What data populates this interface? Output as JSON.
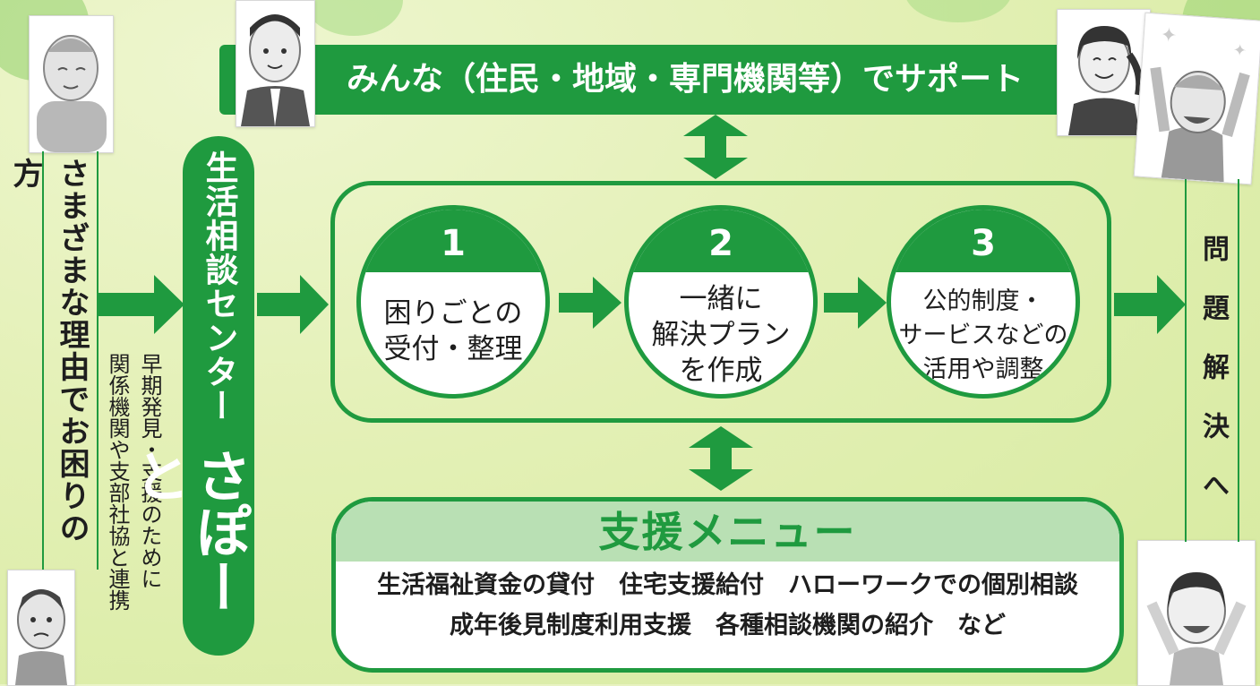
{
  "colors": {
    "primary_green": "#1f9a3f",
    "light_green_band": "#b9e0b4",
    "text_dark": "#1e1e1e"
  },
  "top_banner": {
    "text": "みんな（住民・地域・専門機関等）でサポート"
  },
  "left_column": {
    "text": "さまざまな理由でお困りの方"
  },
  "early_detection": {
    "line1": "早期発見・支援のために",
    "line2": "関係機関や支部社協と連携"
  },
  "center_name": {
    "line1": "生活相談センター",
    "line2": "さぽーと"
  },
  "steps": [
    {
      "number": "1",
      "line1": "困りごとの",
      "line2": "受付・整理",
      "line3": ""
    },
    {
      "number": "2",
      "line1": "一緒に",
      "line2": "解決プラン",
      "line3": "を作成"
    },
    {
      "number": "3",
      "line1": "公的制度・",
      "line2": "サービスなどの",
      "line3": "活用や調整"
    }
  ],
  "right_column": {
    "text": "問題解決へ"
  },
  "support_menu": {
    "title": "支援メニュー",
    "line1": "生活福祉資金の貸付　住宅支援給付　ハローワークでの個別相談",
    "line2": "成年後見制度利用支援　各種相談機関の紹介　など"
  },
  "illustrations": {
    "worried_elderly": "worried-elderly-person-illustration",
    "businessman": "businessman-illustration",
    "woman_staff": "woman-staff-illustration",
    "happy_elderly": "happy-elderly-person-illustration",
    "worried_man": "worried-man-illustration",
    "happy_woman": "happy-woman-illustration"
  }
}
